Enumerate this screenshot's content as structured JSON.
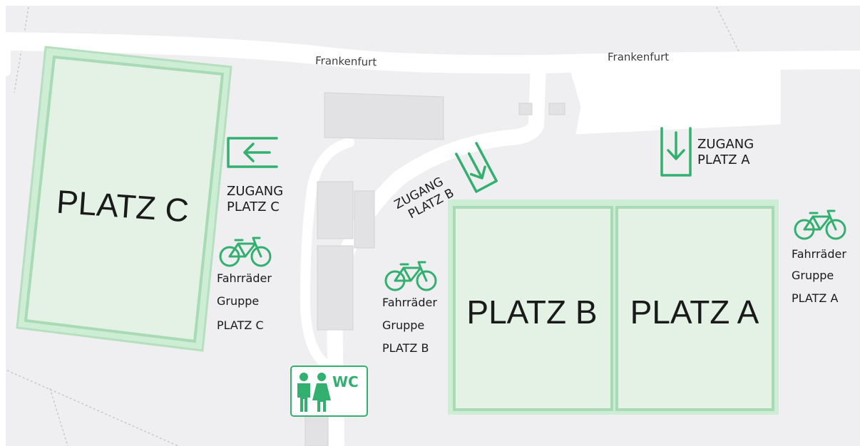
{
  "streets": {
    "left": "Frankenfurt",
    "right": "Frankenfurt"
  },
  "fields": {
    "c": "PLATZ C",
    "b": "PLATZ B",
    "a": "PLATZ A"
  },
  "entrances": {
    "c": {
      "line1": "ZUGANG",
      "line2": "PLATZ C"
    },
    "b": {
      "line1": "ZUGANG",
      "line2": "PLATZ B"
    },
    "a": {
      "line1": "ZUGANG",
      "line2": "PLATZ A"
    }
  },
  "bike_parking": {
    "c": {
      "line1": "Fahrräder",
      "line2": "Gruppe",
      "line3": "PLATZ C"
    },
    "b": {
      "line1": "Fahrräder",
      "line2": "Gruppe",
      "line3": "PLATZ B"
    },
    "a": {
      "line1": "Fahrräder",
      "line2": "Gruppe",
      "line3": "PLATZ A"
    }
  },
  "wc": {
    "label": "WC"
  },
  "icons": {
    "entrance_c": "arrow-left-into-box-icon",
    "entrance_b": "arrow-down-into-box-icon",
    "entrance_a": "arrow-down-into-box-icon",
    "bike": "bicycle-icon",
    "wc": "restroom-icon"
  },
  "colors": {
    "background": "#efeff1",
    "road": "#ffffff",
    "building": "#e2e2e4",
    "field_fill": "#e3f2e5",
    "field_border": "#b6dfbf",
    "accent": "#33b070"
  }
}
